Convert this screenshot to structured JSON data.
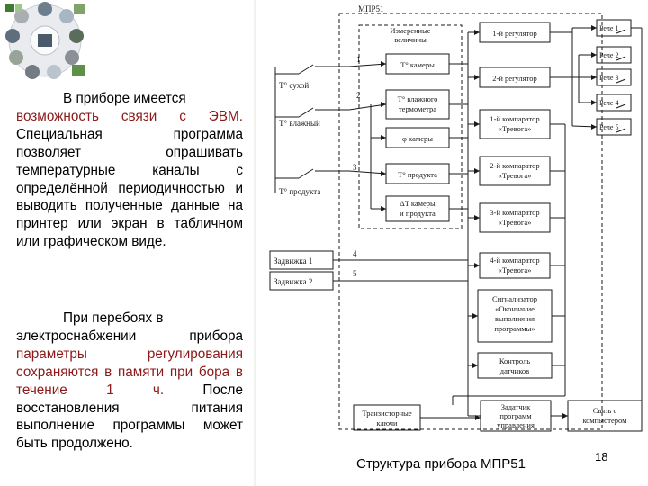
{
  "slide": {
    "paragraph1": {
      "first_line": "В приборе имеется",
      "red_part": "возможность связи с ЭВМ.",
      "rest": " Специальная программа позволяет опрашивать температурные каналы с определённой периодичностью и выводить полученные данные на принтер или экран в табличном или графическом виде."
    },
    "paragraph2": {
      "first_line": "При перебоях в",
      "part1": "электроснабжении прибора ",
      "red_part": "параметры регулирования сохраняются в памяти при бора в течение 1 ч.",
      "rest": " После восстановления питания выполнение программы может быть продолжено."
    },
    "caption": "Структура прибора МПР51",
    "page_number": "18",
    "colors": {
      "red_text": "#8b1a1a",
      "line": "#1a1a1a"
    }
  },
  "diagram": {
    "device_label": "МПР51",
    "measured_group_label": [
      "Измеренные",
      "величины"
    ],
    "sensors": [
      "T° сухой",
      "T° влажный",
      "T° продукта"
    ],
    "gates": [
      "Задвижка 1",
      "Задвижка 2"
    ],
    "input_numbers": [
      "1",
      "2",
      "3",
      "4",
      "5"
    ],
    "measure_blocks": [
      [
        "T° камеры"
      ],
      [
        "T° влажного",
        "термометра"
      ],
      [
        "φ камеры"
      ],
      [
        "T° продукта"
      ],
      [
        "ΔT камеры",
        "и продукта"
      ]
    ],
    "controllers": [
      [
        "1-й регулятор"
      ],
      [
        "2-й регулятор"
      ],
      [
        "1-й компаратор",
        "«Тревога»"
      ],
      [
        "2-й компаратор",
        "«Тревога»"
      ],
      [
        "3-й компаратор",
        "«Тревога»"
      ],
      [
        "4-й компаратор",
        "«Тревога»"
      ]
    ],
    "relays": [
      "Реле 1",
      "Реле 2",
      "Реле 3",
      "Реле 4",
      "Реле 5"
    ],
    "signaller": [
      "Сигнализатор",
      "«Окончание",
      "выполнения",
      "программы»"
    ],
    "sensor_control": [
      "Контроль",
      "датчиков"
    ],
    "transistor_keys": [
      "Транзисторные",
      "ключи"
    ],
    "program_setters": [
      "Задатчик",
      "программ",
      "управления"
    ],
    "computer_link": [
      "Связь с",
      "компьютером"
    ]
  }
}
